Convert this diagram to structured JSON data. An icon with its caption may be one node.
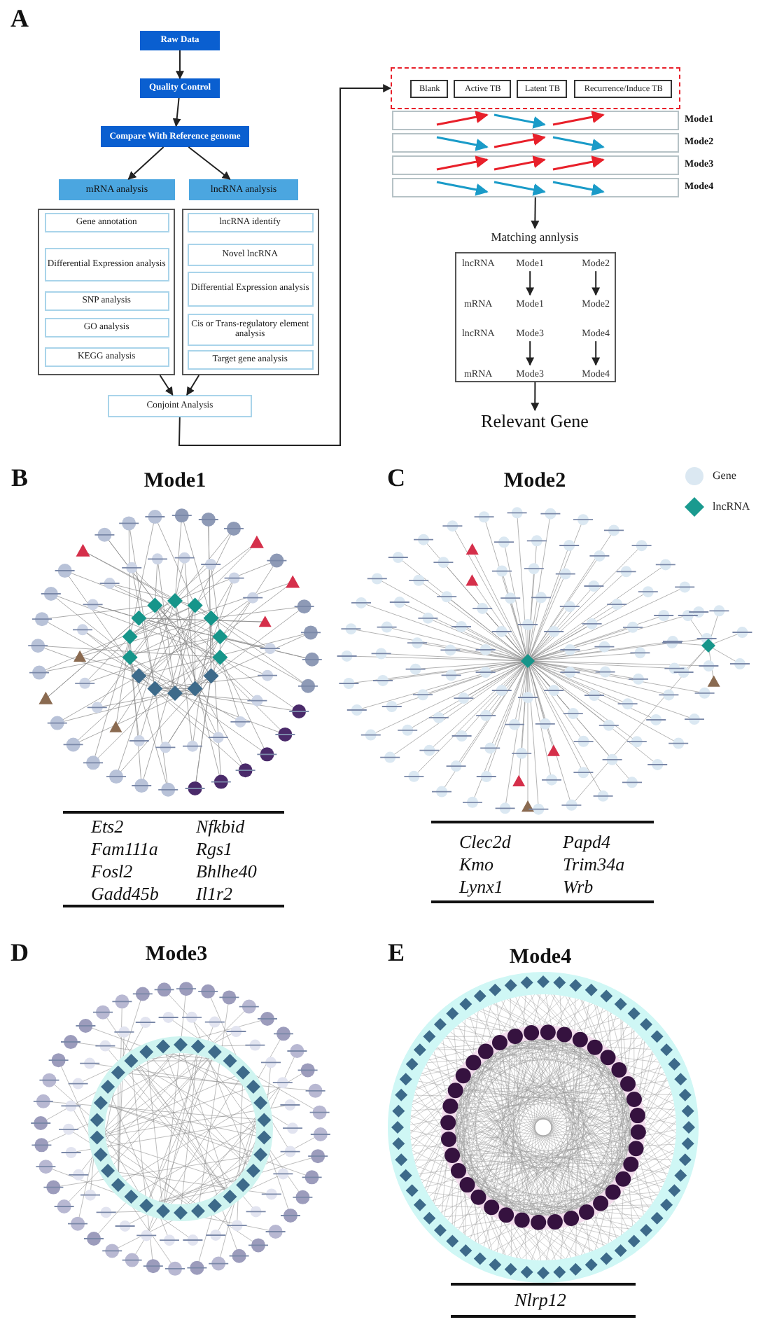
{
  "diagram": {
    "nodes": [
      {
        "text": [
          "Raw Data"
        ]
      },
      {
        "text": [
          "Quality Control"
        ]
      },
      {
        "text": [
          "Compare With Reference genome"
        ]
      },
      {
        "text": [
          "mRNA analysis"
        ]
      },
      {
        "text": [
          "lncRNA analysis"
        ]
      },
      {
        "text": [],
        "shape": "box"
      },
      {
        "text": [
          "Gene annotation"
        ],
        "in": 5
      },
      {
        "text": [
          "Differential Expression analysis"
        ],
        "in": 5
      },
      {
        "text": [
          "SNP analysis"
        ],
        "in": 5
      },
      {
        "text": [
          "GO analysis"
        ],
        "in": 5
      },
      {
        "text": [
          "KEGG analysis"
        ],
        "in": 5
      },
      {
        "text": [],
        "shape": "box"
      },
      {
        "text": [
          "lncRNA identify"
        ],
        "in": 11
      },
      {
        "text": [
          "Novel lncRNA"
        ],
        "in": 11
      },
      {
        "text": [
          "Differential Expression analysis"
        ],
        "in": 11
      },
      {
        "text": [
          "Cis or Trans-regulatory element analysis"
        ],
        "in": 11
      },
      {
        "text": [
          "Target gene analysis"
        ],
        "in": 11
      },
      {
        "text": [
          "Conjoint Analysis"
        ]
      },
      {
        "text": [],
        "shape": "box"
      },
      {
        "text": [
          "Blank"
        ],
        "in": 18
      },
      {
        "text": [
          "Active TB"
        ],
        "in": 18
      },
      {
        "text": [
          "Latent TB"
        ],
        "in": 18
      },
      {
        "text": [
          "Recurrence/Induce TB"
        ],
        "in": 18
      },
      {
        "text": [],
        "shape": "bar",
        "beside": [
          "Mode1"
        ]
      },
      {
        "text": [],
        "shape": "bar",
        "beside": [
          "Mode2"
        ]
      },
      {
        "text": [],
        "shape": "bar",
        "beside": [
          "Mode3"
        ]
      },
      {
        "text": [],
        "shape": "bar",
        "beside": [
          "Mode4"
        ]
      },
      {
        "text": [
          "Matching annlysis"
        ]
      },
      {
        "text": [],
        "shape": "box"
      },
      {
        "text": [
          "lncRNA"
        ],
        "in": 28
      },
      {
        "text": [
          "Mode1"
        ],
        "in": 28
      },
      {
        "text": [
          "Mode2"
        ],
        "in": 28
      },
      {
        "text": [
          "mRNA"
        ],
        "in": 28
      },
      {
        "text": [
          "Mode1"
        ],
        "in": 28
      },
      {
        "text": [
          "Mode2"
        ],
        "in": 28
      },
      {
        "text": [
          "lncRNA"
        ],
        "in": 28
      },
      {
        "text": [
          "Mode3"
        ],
        "in": 28
      },
      {
        "text": [
          "Mode4"
        ],
        "in": 28
      },
      {
        "text": [
          "mRNA"
        ],
        "in": 28
      },
      {
        "text": [
          "Mode3"
        ],
        "in": 28
      },
      {
        "text": [
          "Mode4"
        ],
        "in": 28
      },
      {
        "text": [
          "Relevant Gene"
        ]
      }
    ],
    "edges": [
      {
        "from": 0,
        "to": 1,
        "arrow": "to"
      },
      {
        "from": 1,
        "to": 2,
        "arrow": "to"
      },
      {
        "from": 2,
        "to": 3,
        "arrow": "to"
      },
      {
        "from": 2,
        "to": 4,
        "arrow": "to"
      },
      {
        "from": 5,
        "to": 17,
        "arrow": "to"
      },
      {
        "from": 11,
        "to": 17,
        "arrow": "to"
      },
      {
        "from": 17,
        "to": 18,
        "arrow": "to"
      },
      {
        "from": 26,
        "to": 27,
        "arrow": "to"
      },
      {
        "from": 30,
        "to": 33,
        "arrow": "to"
      },
      {
        "from": 31,
        "to": 34,
        "arrow": "to"
      },
      {
        "from": 36,
        "to": 39,
        "arrow": "to"
      },
      {
        "from": 37,
        "to": 40,
        "arrow": "to"
      },
      {
        "from": 28,
        "to": 41,
        "arrow": "to"
      }
    ],
    "labels": [
      "A",
      "B",
      "Mode1",
      "C",
      "Mode2",
      "Ets2",
      "Nfkbid",
      "Fam111a",
      "Rgs1",
      "Fosl2",
      "Bhlhe40",
      "Gadd45b",
      "Il1r2",
      "Clec2d",
      "Papd4",
      "Kmo",
      "Trim34a",
      "Lynx1",
      "Wrb",
      "D",
      "Mode3",
      "E",
      "Mode4",
      "Nlrp12"
    ],
    "legend": [
      {
        "text": "Gene",
        "color": "#dbe8f2"
      },
      {
        "text": "lncRNA",
        "color": "#1a9a8f"
      }
    ]
  }
}
